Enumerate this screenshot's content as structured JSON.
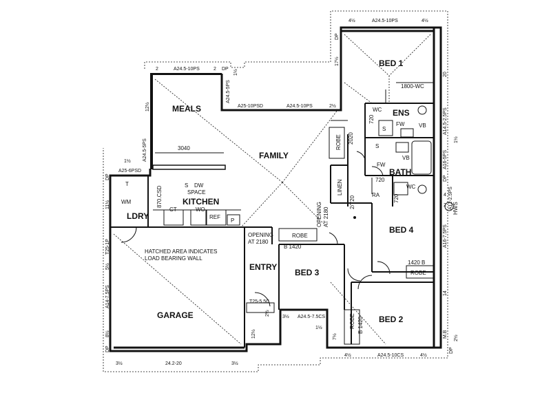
{
  "rooms": {
    "bed1": "BED 1",
    "meals": "MEALS",
    "family": "FAMILY",
    "ens": "ENS",
    "bath": "BATH",
    "kitchen": "KITCHEN",
    "ldry": "LDRY",
    "bed4": "BED 4",
    "bed3": "BED 3",
    "entry": "ENTRY",
    "garage": "GARAGE",
    "bed2": "BED 2"
  },
  "labels": {
    "wc_ens": "WC",
    "wc_bath": "WC",
    "robe_family": "ROBE",
    "robe_bed3": "ROBE",
    "robe_bed4": "ROBE",
    "robe_bed2": "ROBE",
    "linen": "LINEN",
    "ra": "RA",
    "vb1": "VB",
    "vb2": "VB",
    "s1": "S",
    "s2": "S",
    "dw": "DW",
    "space": "SPACE",
    "s_kit": "S",
    "ct": "CT",
    "wo": "WO",
    "ref": "REF",
    "p": "P",
    "wm": "WM",
    "t": "T",
    "hws": "HWS",
    "fw1": "FW",
    "fw2": "FW",
    "opening1": "OPENING",
    "opening1_at": "AT 2180",
    "opening2": "OPENING",
    "opening2_at": "AT 2180",
    "hatch_note_1": "HATCHED AREA INDICATES",
    "hatch_note_2": "LOAD BEARING WALL",
    "b_1420_top": "B 1420",
    "b_1420_bed4": "1420 B",
    "b_robe_bed2": "B 1420",
    "wc_1800": "1800-WC",
    "dim_2020": "2020",
    "dim_720_a": "720",
    "dim_720_b": "720",
    "dim_720_c": "720",
    "dim_2_720": "2/720",
    "dim_870_csd": "870.CSD",
    "dim_3040": "3040"
  },
  "dims": {
    "top_meals": "A24.5-10PS",
    "top_meals_l": "2",
    "top_meals_r": "2",
    "dp_top": "DP",
    "side_meals_a": "A24.5-5PS",
    "half_a": "1½",
    "meals_right": "A25-10PSD",
    "meals_right2": "A24.5-10PS",
    "two_half_a": "2½",
    "twelve_half": "12½",
    "a24_5ps": "A24.5-5PS",
    "a25_6psd": "A25-6PSD",
    "one_half_b": "1½",
    "dp_left": "DP",
    "eleven_half": "11½",
    "t25_1p": "T25-1P",
    "five_half": "5½",
    "a14_7_5ps": "A14-7.5PS",
    "eight_half": "8½",
    "dp_left2": "DP",
    "three_half_l": "3½",
    "garage_bottom": "24.2-20",
    "three_half_r": "3½",
    "twelve_half_b": "12½",
    "t25_5_5c": "T25-5.5C",
    "two_half_b": "2½",
    "three_half_b": "3½",
    "a24_5_7_5cs": "A24.5-7.5CS",
    "one_half_c": "1½",
    "seven_half": "7½",
    "four_half_l": "4½",
    "bed2_bottom": "A24.5-10CS",
    "four_half_r": "4½",
    "dp_r": "DP",
    "top_bed1": "A24.5-10PS",
    "four_half_a": "4½",
    "four_half_b": "4½",
    "dp_bed1": "DP",
    "seventeen_half": "17½",
    "twenty": "20",
    "a14_5_2_5ps": "A14.5-2.5PS",
    "one_half_d": "1½",
    "a16_5ps": "A16-5PS",
    "dp_mid": "DP",
    "a12_2_5ps": "A12-2.5PS",
    "four": "4",
    "two": "2",
    "a16_7_5ps": "A16-7.5PS",
    "fourteen": "14",
    "mb": "M.B",
    "two_half_c": "2½"
  }
}
